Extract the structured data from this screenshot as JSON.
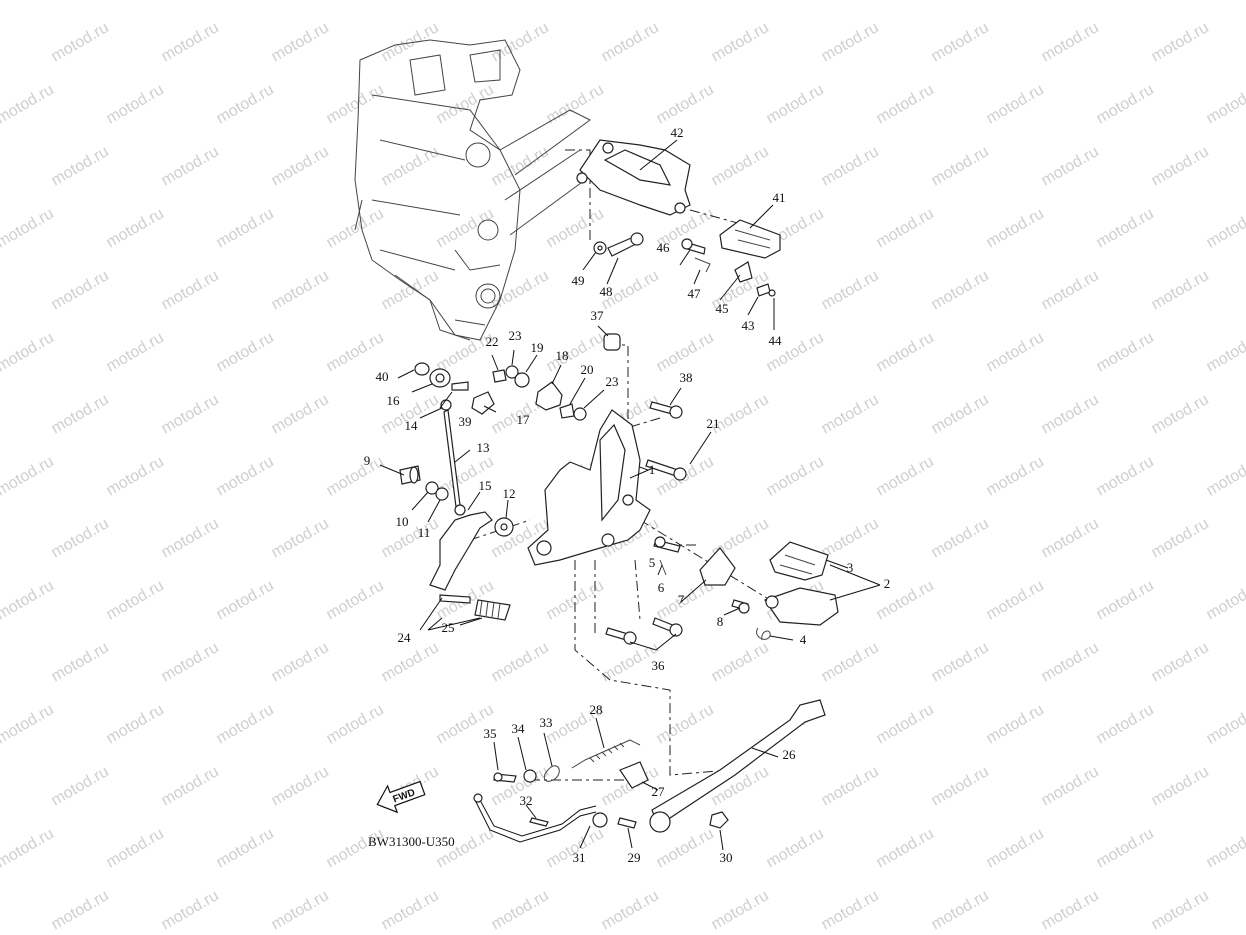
{
  "watermark": "motod.ru",
  "diagram_code": "BW31300-U350",
  "fwd_label": "FWD",
  "parts": [
    {
      "label": "1"
    },
    {
      "label": "2"
    },
    {
      "label": "3"
    },
    {
      "label": "4"
    },
    {
      "label": "5"
    },
    {
      "label": "6"
    },
    {
      "label": "7"
    },
    {
      "label": "8"
    },
    {
      "label": "9"
    },
    {
      "label": "10"
    },
    {
      "label": "11"
    },
    {
      "label": "12"
    },
    {
      "label": "13"
    },
    {
      "label": "14"
    },
    {
      "label": "15"
    },
    {
      "label": "16"
    },
    {
      "label": "17"
    },
    {
      "label": "18"
    },
    {
      "label": "19"
    },
    {
      "label": "20"
    },
    {
      "label": "21"
    },
    {
      "label": "22"
    },
    {
      "label": "23"
    },
    {
      "label": "23"
    },
    {
      "label": "24"
    },
    {
      "label": "25"
    },
    {
      "label": "26"
    },
    {
      "label": "27"
    },
    {
      "label": "28"
    },
    {
      "label": "29"
    },
    {
      "label": "30"
    },
    {
      "label": "31"
    },
    {
      "label": "32"
    },
    {
      "label": "33"
    },
    {
      "label": "34"
    },
    {
      "label": "35"
    },
    {
      "label": "36"
    },
    {
      "label": "37"
    },
    {
      "label": "38"
    },
    {
      "label": "39"
    },
    {
      "label": "40"
    },
    {
      "label": "41"
    },
    {
      "label": "42"
    },
    {
      "label": "43"
    },
    {
      "label": "44"
    },
    {
      "label": "45"
    },
    {
      "label": "46"
    },
    {
      "label": "47"
    },
    {
      "label": "48"
    },
    {
      "label": "49"
    }
  ]
}
